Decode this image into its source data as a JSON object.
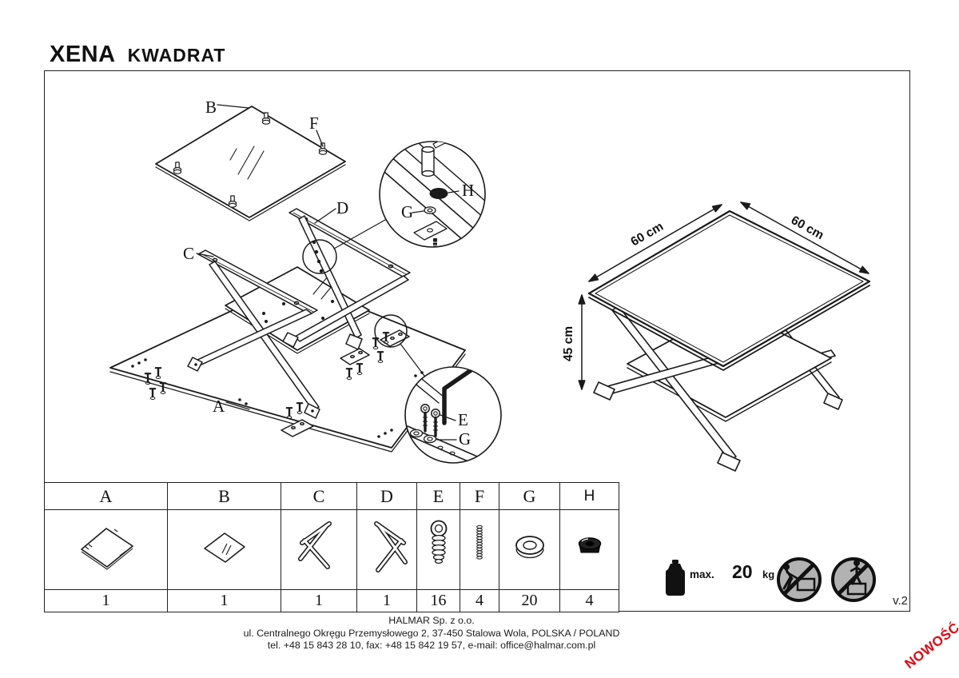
{
  "title": {
    "model": "XENA",
    "variant": "KWADRAT"
  },
  "exploded_view": {
    "labels": {
      "A": "A",
      "B": "B",
      "C": "C",
      "D": "D",
      "E": "E",
      "F": "F",
      "G": "G",
      "H": "H"
    }
  },
  "assembled_view": {
    "width_label": "60 cm",
    "depth_label": "60 cm",
    "height_label": "45 cm"
  },
  "parts_table": {
    "headers": [
      "A",
      "B",
      "C",
      "D",
      "E",
      "F",
      "G",
      "H"
    ],
    "icons": [
      "panel-a-icon",
      "glass-b-icon",
      "frame-c-icon",
      "frame-d-icon",
      "screw-e-icon",
      "stud-f-icon",
      "washer-g-icon",
      "nut-h-icon"
    ],
    "quantities": [
      "1",
      "1",
      "1",
      "1",
      "16",
      "4",
      "20",
      "4"
    ]
  },
  "max_load": {
    "prefix": "max.",
    "value": "20",
    "unit": "kg"
  },
  "warning_icons": [
    "no-climbing-icon",
    "no-standing-icon"
  ],
  "version": "v.2",
  "footer": {
    "company": "HALMAR Sp. z o.o.",
    "address": "ul. Centralnego Okręgu Przemysłowego 2, 37-450 Stalowa Wola, POLSKA / POLAND",
    "contact": "tel. +48 15 843 28 10, fax: +48 15 842 19 57, e-mail: office@halmar.com.pl"
  },
  "badge": {
    "text": "NOWOŚĆ"
  },
  "colors": {
    "badge_red": "#e30613",
    "line": "#1a1a1a",
    "warning_gray": "#b2b2b2"
  }
}
